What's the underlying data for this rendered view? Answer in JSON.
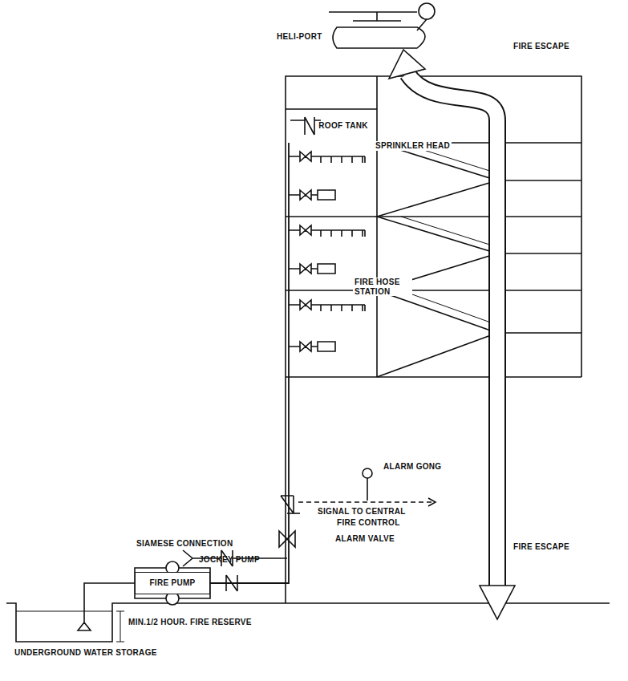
{
  "diagram": {
    "nodes": [
      {
        "text": [
          "ROOF TANK"
        ]
      },
      {
        "text": [
          "FIRE PUMP"
        ]
      }
    ],
    "edges": [
      {
        "from": 1,
        "to": 0,
        "arrow": "none"
      }
    ],
    "labels": [
      "HELI-PORT",
      "FIRE ESCAPE",
      "SPRINKLER HEAD",
      "FIRE HOSE STATION",
      "ALARM GONG",
      "SIGNAL TO CENTRAL",
      "FIRE CONTROL",
      "ALARM VALVE",
      "SIAMESE CONNECTION",
      "JOCKEY PUMP",
      "FIRE ESCAPE",
      "MIN.1/2 HOUR. FIRE RESERVE",
      "UNDERGROUND WATER STORAGE"
    ]
  }
}
